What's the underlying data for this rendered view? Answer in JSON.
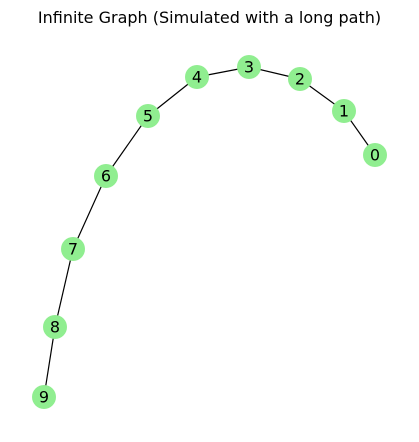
{
  "title": "Infinite Graph (Simulated with a long path)",
  "colors": {
    "node_fill": "#90ee90",
    "edge": "#000000",
    "label": "#000000"
  },
  "graph": {
    "nodes": [
      "0",
      "1",
      "2",
      "3",
      "4",
      "5",
      "6",
      "7",
      "8",
      "9"
    ],
    "edges": [
      [
        "0",
        "1"
      ],
      [
        "1",
        "2"
      ],
      [
        "2",
        "3"
      ],
      [
        "3",
        "4"
      ],
      [
        "4",
        "5"
      ],
      [
        "5",
        "6"
      ],
      [
        "6",
        "7"
      ],
      [
        "7",
        "8"
      ],
      [
        "8",
        "9"
      ]
    ]
  }
}
